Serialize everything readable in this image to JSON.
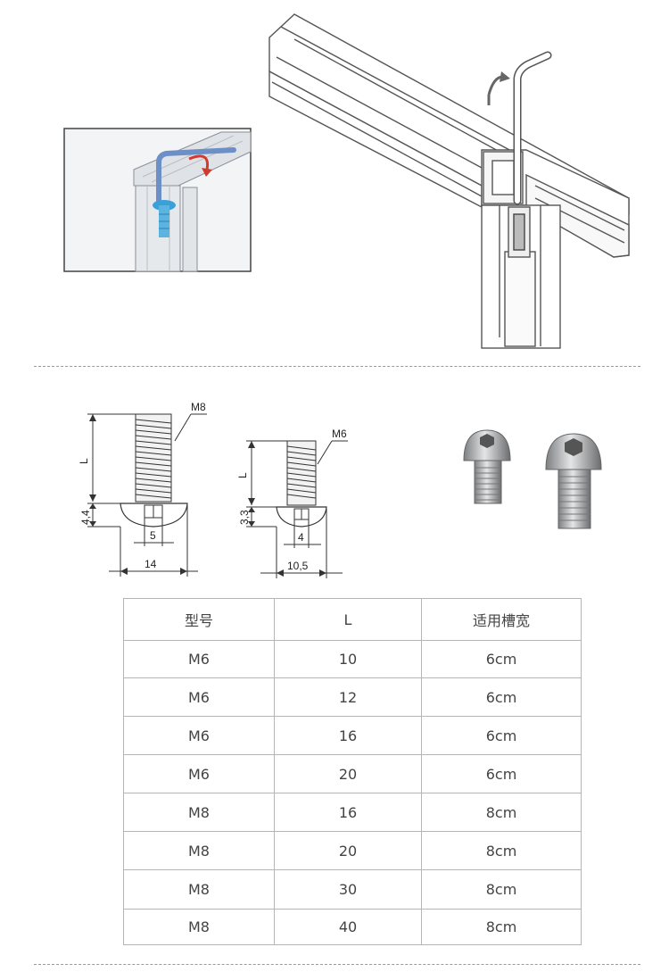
{
  "diagrams": {
    "bolt_m8": {
      "thread_label": "M8",
      "length_label": "L",
      "head_height": "4,4",
      "socket_width": "5",
      "head_width": "14"
    },
    "bolt_m6": {
      "thread_label": "M6",
      "length_label": "L",
      "head_height": "3,3",
      "socket_width": "4",
      "head_width": "10,5"
    }
  },
  "spec_table": {
    "headers": [
      "型号",
      "L",
      "适用槽宽"
    ],
    "rows": [
      [
        "M6",
        "10",
        "6cm"
      ],
      [
        "M6",
        "12",
        "6cm"
      ],
      [
        "M6",
        "16",
        "6cm"
      ],
      [
        "M6",
        "20",
        "6cm"
      ],
      [
        "M8",
        "16",
        "8cm"
      ],
      [
        "M8",
        "20",
        "8cm"
      ],
      [
        "M8",
        "30",
        "8cm"
      ],
      [
        "M8",
        "40",
        "8cm"
      ]
    ]
  }
}
